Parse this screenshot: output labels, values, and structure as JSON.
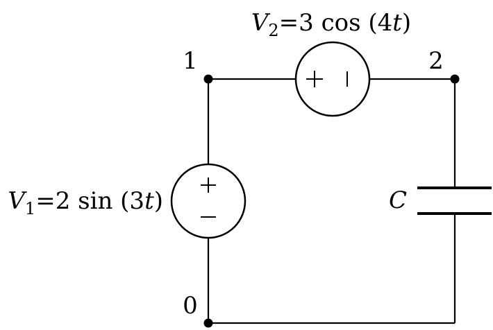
{
  "nodes": {
    "n1": "1",
    "n2": "2",
    "n0": "0"
  },
  "source_v1": {
    "symbol": "V",
    "subscript": "1",
    "expr_left": "=2 sin (3",
    "var": "t",
    "expr_right": ")"
  },
  "source_v2": {
    "symbol": "V",
    "subscript": "2",
    "expr_left": "=3 cos (4",
    "var": "t",
    "expr_right": ")"
  },
  "capacitor": {
    "label": "C"
  }
}
